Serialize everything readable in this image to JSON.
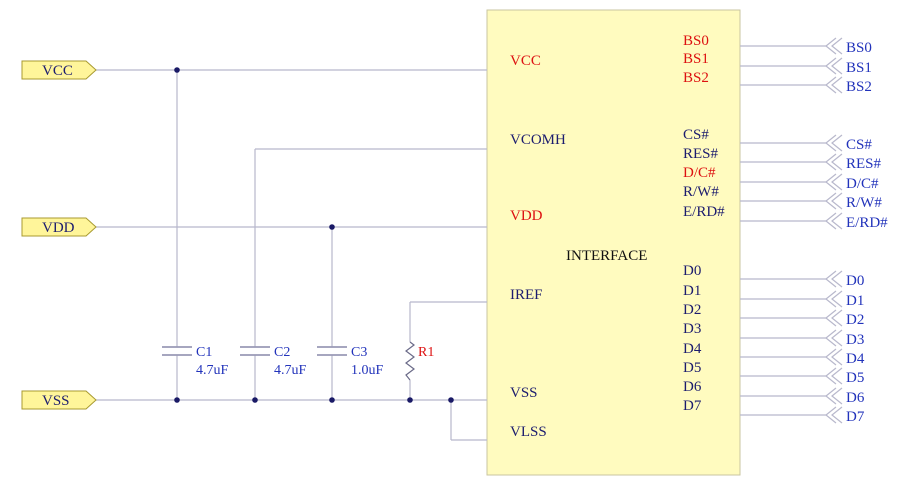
{
  "colors": {
    "chip_fill": "#fffbbf",
    "port_fill": "#fff59a",
    "wire": "#b8b8cc",
    "label_blue": "#2233bb",
    "pin_red": "#dd1111",
    "pin_navy": "#1c1c6e"
  },
  "ports_left": [
    "VCC",
    "VDD",
    "VSS"
  ],
  "chip": {
    "title": "INTERFACE",
    "left_pins": {
      "vcc": "VCC",
      "vcomh": "VCOMH",
      "vdd": "VDD",
      "iref": "IREF",
      "vss": "VSS",
      "vlss": "VLSS"
    },
    "right_pins": [
      "BS0",
      "BS1",
      "BS2",
      "CS#",
      "RES#",
      "D/C#",
      "R/W#",
      "E/RD#",
      "D0",
      "D1",
      "D2",
      "D3",
      "D4",
      "D5",
      "D6",
      "D7"
    ]
  },
  "components": {
    "c1": {
      "ref": "C1",
      "value": "4.7uF"
    },
    "c2": {
      "ref": "C2",
      "value": "4.7uF"
    },
    "c3": {
      "ref": "C3",
      "value": "1.0uF"
    },
    "r1": {
      "ref": "R1"
    }
  },
  "ports_right": [
    "BS0",
    "BS1",
    "BS2",
    "CS#",
    "RES#",
    "D/C#",
    "R/W#",
    "E/RD#",
    "D0",
    "D1",
    "D2",
    "D3",
    "D4",
    "D5",
    "D6",
    "D7"
  ],
  "icons": {
    "port_left": "port-arrow-icon",
    "port_right": "port-chevron-icon",
    "resistor": "resistor-icon",
    "capacitor": "capacitor-icon"
  }
}
